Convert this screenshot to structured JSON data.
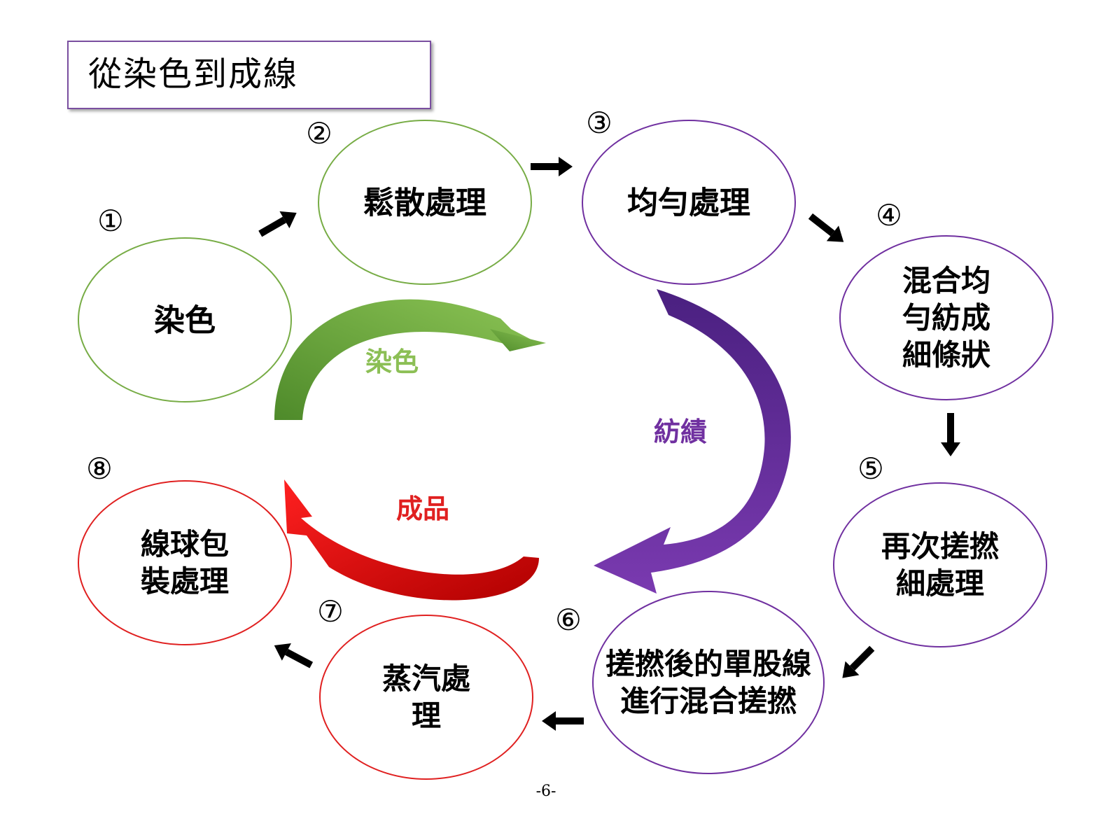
{
  "title": "從染色到成線",
  "nodes": [
    {
      "number": "①",
      "lines": [
        "染色"
      ],
      "color": "#77ac45"
    },
    {
      "number": "②",
      "lines": [
        "鬆散處理"
      ],
      "color": "#77ac45"
    },
    {
      "number": "③",
      "lines": [
        "均勻處理"
      ],
      "color": "#7030a0"
    },
    {
      "number": "④",
      "lines": [
        "混合均",
        "勻紡成",
        "細條狀"
      ],
      "color": "#7030a0"
    },
    {
      "number": "⑤",
      "lines": [
        "再次搓撚",
        "細處理"
      ],
      "color": "#7030a0"
    },
    {
      "number": "⑥",
      "lines": [
        "搓撚後的單股線",
        "進行混合搓撚"
      ],
      "color": "#7030a0"
    },
    {
      "number": "⑦",
      "lines": [
        "蒸汽處",
        "理"
      ],
      "color": "#e02020"
    },
    {
      "number": "⑧",
      "lines": [
        "線球包",
        "裝處理"
      ],
      "color": "#e02020"
    }
  ],
  "stages": [
    {
      "label": "染色",
      "color": "#8cbf55"
    },
    {
      "label": "紡績",
      "color": "#7030a0"
    },
    {
      "label": "成品",
      "color": "#e02020"
    }
  ],
  "page_number": "-6-"
}
